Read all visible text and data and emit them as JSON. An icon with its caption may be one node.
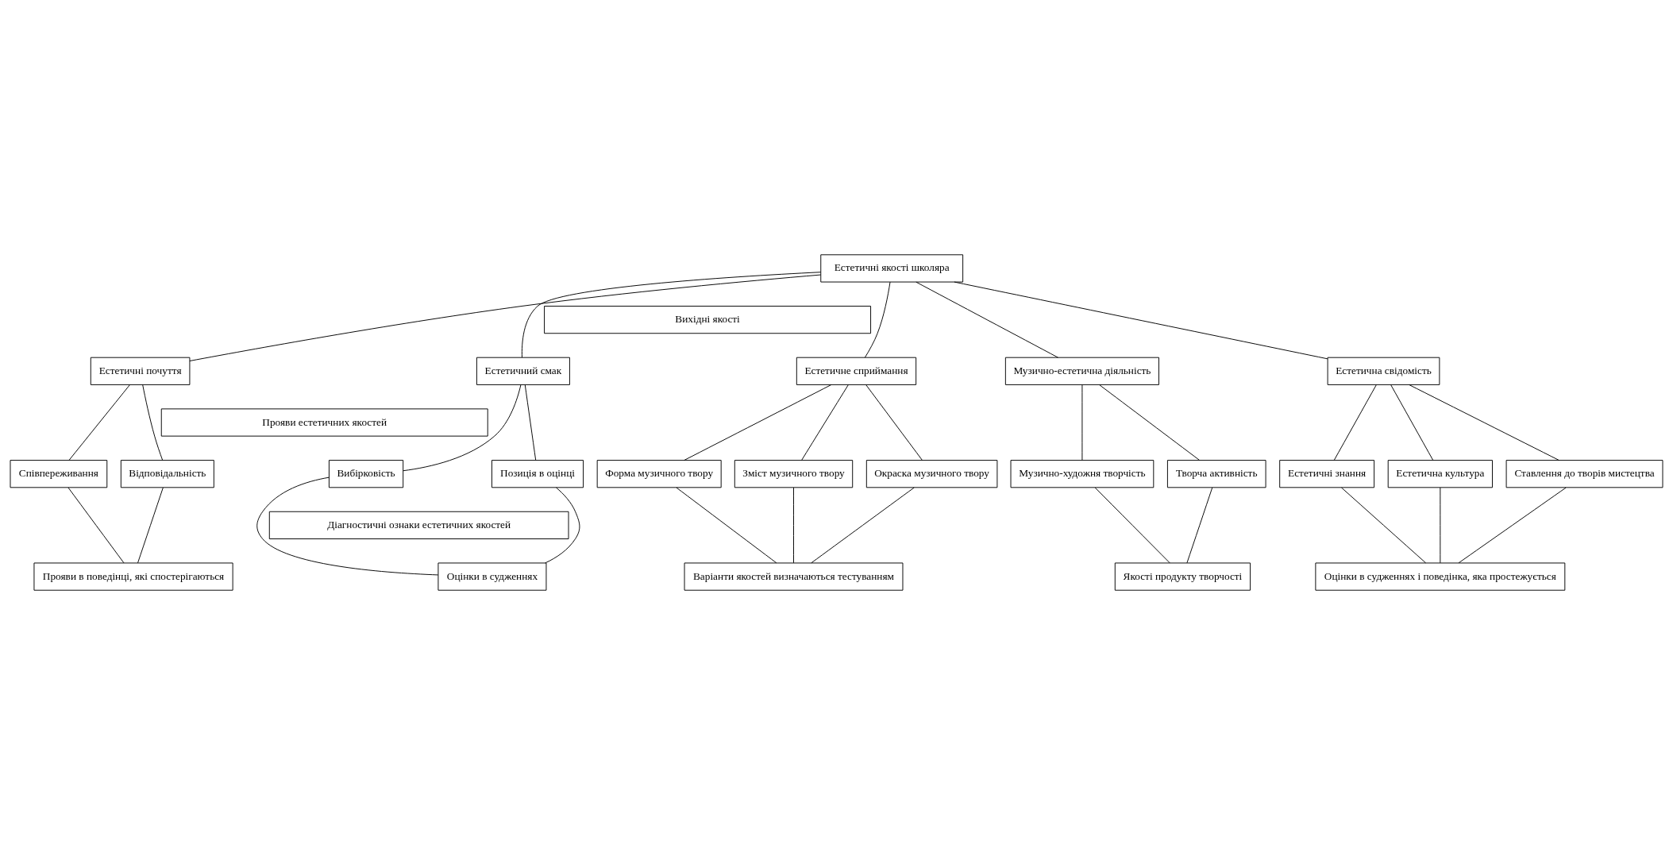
{
  "diagram": {
    "nodes": [
      {
        "text": [
          "Естетичні якості школяра"
        ]
      },
      {
        "text": [
          "Вихідні якості"
        ]
      },
      {
        "text": [
          "Естетичне сприймання"
        ]
      },
      {
        "text": [
          "Естетичний смак"
        ]
      },
      {
        "text": [
          "Естетичні почуття"
        ]
      },
      {
        "text": [
          "Музично-естетична діяльність"
        ]
      },
      {
        "text": [
          "Естетична свідомість"
        ]
      },
      {
        "text": [
          "Прояви естетичних якостей"
        ]
      },
      {
        "text": [
          "Окраска музичного твору"
        ]
      },
      {
        "text": [
          "Форма музичного твору"
        ]
      },
      {
        "text": [
          "Зміст музичного твору"
        ]
      },
      {
        "text": [
          "Вибірковість"
        ]
      },
      {
        "text": [
          "Позиція в оцінці"
        ]
      },
      {
        "text": [
          "Відповідальність"
        ]
      },
      {
        "text": [
          "Співпереживання"
        ]
      },
      {
        "text": [
          "Творча активність"
        ]
      },
      {
        "text": [
          "Музично-художня творчість"
        ]
      },
      {
        "text": [
          "Ставлення до творів мистецтва"
        ]
      },
      {
        "text": [
          "Естетичні знання"
        ]
      },
      {
        "text": [
          "Естетична культура"
        ]
      },
      {
        "text": [
          "Діагностичні ознаки естетичних якостей"
        ]
      },
      {
        "text": [
          "Варіанти якостей визначаються тестуванням"
        ]
      },
      {
        "text": [
          "Оцінки в судженнях"
        ]
      },
      {
        "text": [
          "Прояви в поведінці, які спостерігаються"
        ]
      },
      {
        "text": [
          "Якості продукту творчості"
        ]
      },
      {
        "text": [
          "Оцінки в судженнях і поведінка, яка простежується"
        ]
      }
    ],
    "edges": [
      {
        "from": 0,
        "to": 2,
        "arrow": "none"
      },
      {
        "from": 0,
        "to": 3,
        "arrow": "none"
      },
      {
        "from": 0,
        "to": 4,
        "arrow": "none"
      },
      {
        "from": 0,
        "to": 5,
        "arrow": "none"
      },
      {
        "from": 0,
        "to": 6,
        "arrow": "none"
      },
      {
        "from": 2,
        "to": 8,
        "arrow": "none"
      },
      {
        "from": 2,
        "to": 9,
        "arrow": "none"
      },
      {
        "from": 2,
        "to": 10,
        "arrow": "none"
      },
      {
        "from": 3,
        "to": 11,
        "arrow": "none"
      },
      {
        "from": 3,
        "to": 12,
        "arrow": "none"
      },
      {
        "from": 4,
        "to": 13,
        "arrow": "none"
      },
      {
        "from": 4,
        "to": 14,
        "arrow": "none"
      },
      {
        "from": 5,
        "to": 15,
        "arrow": "none"
      },
      {
        "from": 5,
        "to": 16,
        "arrow": "none"
      },
      {
        "from": 6,
        "to": 17,
        "arrow": "none"
      },
      {
        "from": 6,
        "to": 18,
        "arrow": "none"
      },
      {
        "from": 6,
        "to": 19,
        "arrow": "none"
      },
      {
        "from": 8,
        "to": 21,
        "arrow": "none"
      },
      {
        "from": 9,
        "to": 21,
        "arrow": "none"
      },
      {
        "from": 10,
        "to": 21,
        "arrow": "none"
      },
      {
        "from": 11,
        "to": 22,
        "arrow": "none"
      },
      {
        "from": 12,
        "to": 22,
        "arrow": "none"
      },
      {
        "from": 13,
        "to": 23,
        "arrow": "none"
      },
      {
        "from": 14,
        "to": 23,
        "arrow": "none"
      },
      {
        "from": 15,
        "to": 24,
        "arrow": "none"
      },
      {
        "from": 16,
        "to": 24,
        "arrow": "none"
      },
      {
        "from": 17,
        "to": 25,
        "arrow": "none"
      },
      {
        "from": 18,
        "to": 25,
        "arrow": "none"
      },
      {
        "from": 19,
        "to": 25,
        "arrow": "none"
      }
    ]
  }
}
